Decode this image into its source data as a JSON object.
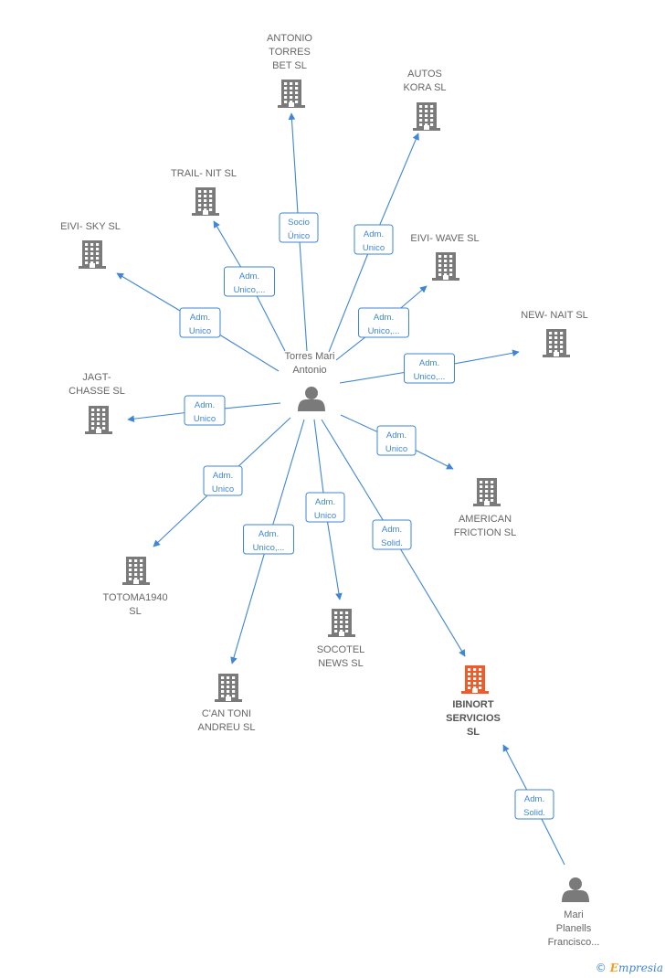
{
  "nodes": [
    {
      "id": "center",
      "type": "person",
      "label": [
        "Torres Mari",
        "Antonio"
      ]
    },
    {
      "id": "mari",
      "type": "person",
      "label": [
        "Mari",
        "Planells",
        "Francisco..."
      ]
    },
    {
      "id": "antonio",
      "type": "company",
      "label": [
        "ANTONIO",
        "TORRES",
        "BET  SL"
      ]
    },
    {
      "id": "autos",
      "type": "company",
      "label": [
        "AUTOS",
        "KORA SL"
      ]
    },
    {
      "id": "trail",
      "type": "company",
      "label": [
        "TRAIL- NIT  SL"
      ]
    },
    {
      "id": "sky",
      "type": "company",
      "label": [
        "EIVI- SKY SL"
      ]
    },
    {
      "id": "wave",
      "type": "company",
      "label": [
        "EIVI-  WAVE  SL"
      ]
    },
    {
      "id": "nait",
      "type": "company",
      "label": [
        "NEW- NAIT  SL"
      ]
    },
    {
      "id": "jagt",
      "type": "company",
      "label": [
        "JAGT-",
        "CHASSE  SL"
      ]
    },
    {
      "id": "american",
      "type": "company",
      "label": [
        "AMERICAN",
        "FRICTION SL"
      ]
    },
    {
      "id": "totoma",
      "type": "company",
      "label": [
        "TOTOMA1940",
        "SL"
      ]
    },
    {
      "id": "socotel",
      "type": "company",
      "label": [
        "SOCOTEL",
        "NEWS SL"
      ]
    },
    {
      "id": "canton",
      "type": "company",
      "label": [
        "C'AN TONI",
        "ANDREU  SL"
      ]
    },
    {
      "id": "ibinort",
      "type": "company",
      "highlight": true,
      "label": [
        "IBINORT",
        "SERVICIOS",
        "SL"
      ]
    }
  ],
  "edges": [
    {
      "from": "center",
      "to": "antonio",
      "label": [
        "Socio",
        "Único"
      ]
    },
    {
      "from": "center",
      "to": "autos",
      "label": [
        "Adm.",
        "Unico"
      ]
    },
    {
      "from": "center",
      "to": "trail",
      "label": [
        "Adm.",
        "Unico,..."
      ]
    },
    {
      "from": "center",
      "to": "sky",
      "label": [
        "Adm.",
        "Unico"
      ]
    },
    {
      "from": "center",
      "to": "wave",
      "label": [
        "Adm.",
        "Unico,..."
      ]
    },
    {
      "from": "center",
      "to": "nait",
      "label": [
        "Adm.",
        "Unico,..."
      ]
    },
    {
      "from": "center",
      "to": "jagt",
      "label": [
        "Adm.",
        "Unico"
      ]
    },
    {
      "from": "center",
      "to": "american",
      "label": [
        "Adm.",
        "Unico"
      ]
    },
    {
      "from": "center",
      "to": "totoma",
      "label": [
        "Adm.",
        "Unico"
      ]
    },
    {
      "from": "center",
      "to": "canton",
      "label": [
        "Adm.",
        "Unico,..."
      ]
    },
    {
      "from": "center",
      "to": "socotel",
      "label": [
        "Adm.",
        "Unico"
      ]
    },
    {
      "from": "center",
      "to": "ibinort",
      "label": [
        "Adm.",
        "Solid."
      ]
    },
    {
      "from": "mari",
      "to": "ibinort",
      "label": [
        "Adm.",
        "Solid."
      ]
    }
  ],
  "colors": {
    "edge": "#3f86d6",
    "company_icon": "#7a7a7a",
    "highlight_icon": "#f05a28",
    "person_icon": "#7a7a7a"
  },
  "brand": {
    "copyright": "©",
    "name_initial": "E",
    "name_rest": "mpresia"
  }
}
